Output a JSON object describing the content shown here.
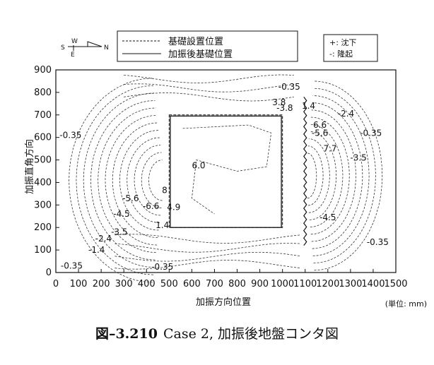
{
  "chart_data": {
    "type": "contour",
    "xlabel": "加振方向位置",
    "ylabel": "加振直角方向",
    "unit_label": "(単位: mm)",
    "xlim": [
      0,
      1500
    ],
    "ylim": [
      0,
      900
    ],
    "x_ticks": [
      0,
      100,
      200,
      300,
      400,
      500,
      600,
      700,
      800,
      900,
      1000,
      1100,
      1200,
      1300,
      1400,
      1500
    ],
    "y_ticks": [
      0,
      100,
      200,
      300,
      400,
      500,
      600,
      700,
      800,
      900
    ],
    "legend": {
      "dashed_label": "基礎設置位置",
      "solid_label": "加振後基礎位置"
    },
    "sign_legend": {
      "plus": "+: 沈下",
      "minus": "-: 隆起"
    },
    "compass": {
      "w": "W",
      "s": "S",
      "e": "E",
      "n": "N"
    },
    "foundation_initial": {
      "x": [
        500,
        1000
      ],
      "y": [
        200,
        700
      ]
    },
    "foundation_after": {
      "x": [
        505,
        995
      ],
      "y": [
        200,
        695
      ]
    },
    "contour_labels": [
      {
        "text": "-0.35",
        "x": 1030,
        "y": 825
      },
      {
        "text": "3.8",
        "x": 985,
        "y": 755
      },
      {
        "text": "-3.8",
        "x": 1010,
        "y": 730
      },
      {
        "text": "1.4",
        "x": 1115,
        "y": 740
      },
      {
        "text": "-2.4",
        "x": 1280,
        "y": 705
      },
      {
        "text": "-0.35",
        "x": 65,
        "y": 610
      },
      {
        "text": "6.6",
        "x": 1165,
        "y": 655
      },
      {
        "text": "-5.6",
        "x": 1165,
        "y": 620
      },
      {
        "text": "-0.35",
        "x": 1390,
        "y": 620
      },
      {
        "text": "7.7",
        "x": 1210,
        "y": 550
      },
      {
        "text": "-3.5",
        "x": 1335,
        "y": 510
      },
      {
        "text": "6.0",
        "x": 630,
        "y": 475
      },
      {
        "text": "8",
        "x": 480,
        "y": 365
      },
      {
        "text": "-5.6",
        "x": 330,
        "y": 330
      },
      {
        "text": "-6.6",
        "x": 420,
        "y": 295
      },
      {
        "text": "4.9",
        "x": 520,
        "y": 290
      },
      {
        "text": "-4.5",
        "x": 290,
        "y": 260
      },
      {
        "text": "-4.5",
        "x": 1200,
        "y": 245
      },
      {
        "text": "1.4",
        "x": 470,
        "y": 210
      },
      {
        "text": "-3.5",
        "x": 280,
        "y": 180
      },
      {
        "text": "-2.4",
        "x": 210,
        "y": 150
      },
      {
        "text": "-1.4",
        "x": 180,
        "y": 100
      },
      {
        "text": "-0.35",
        "x": 1420,
        "y": 135
      },
      {
        "text": "-0.35",
        "x": 70,
        "y": 30
      },
      {
        "text": "-0.35",
        "x": 470,
        "y": 25
      }
    ]
  },
  "caption": {
    "number": "図–3.210",
    "text": "Case 2, 加振後地盤コンタ図"
  }
}
